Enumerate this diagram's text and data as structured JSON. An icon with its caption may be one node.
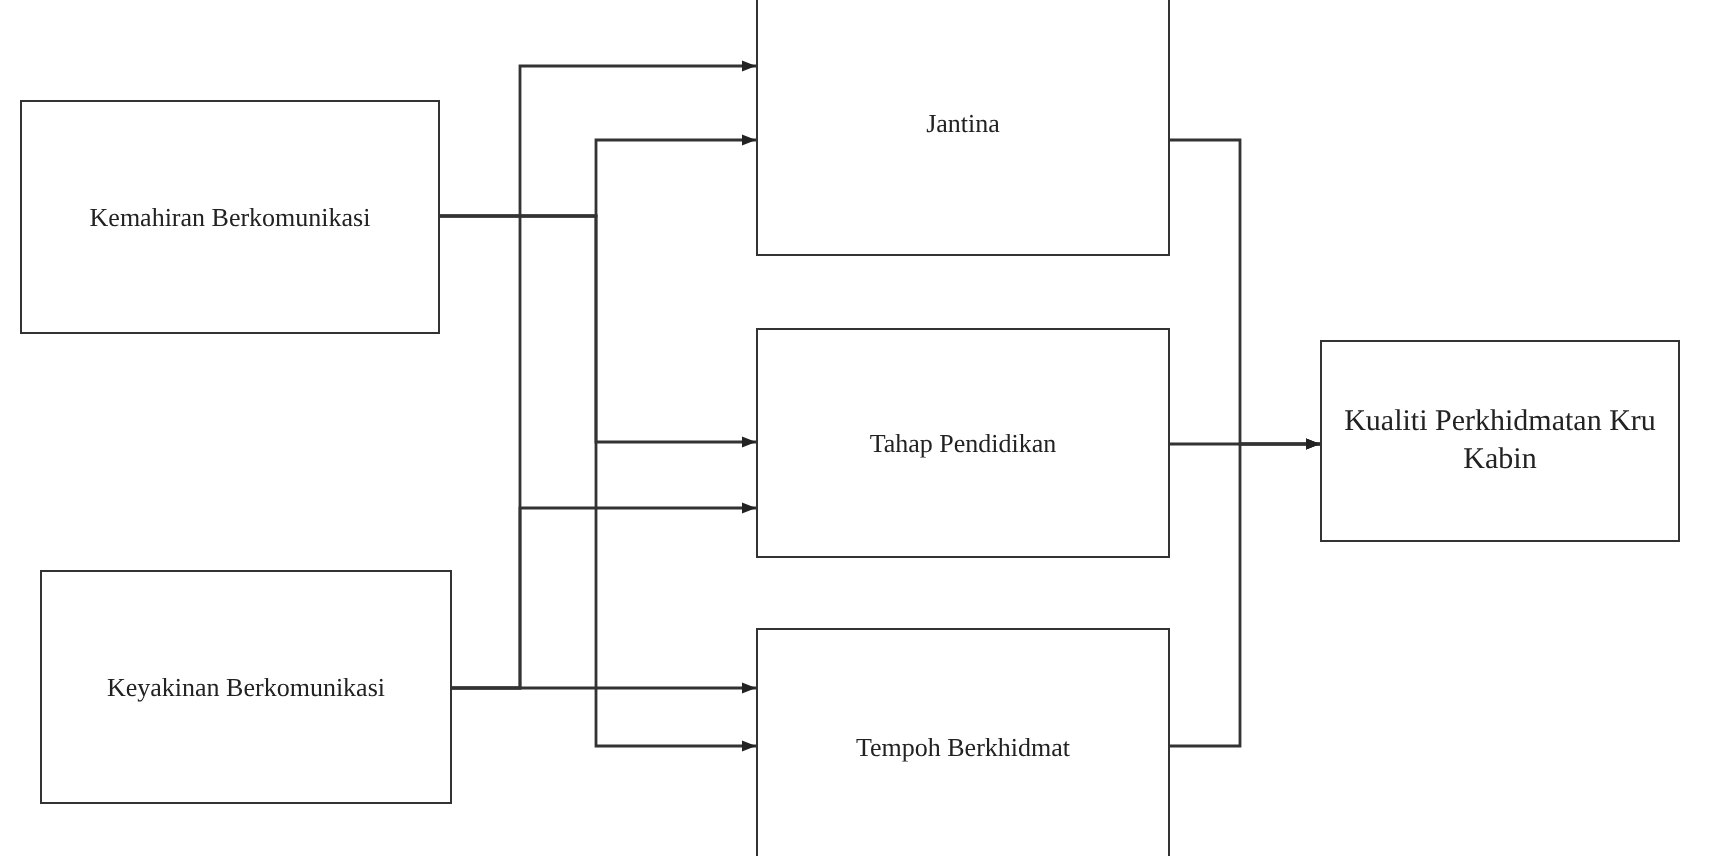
{
  "diagram": {
    "nodes": [
      {
        "text": [
          "Kemahiran Berkomunikasi"
        ]
      },
      {
        "text": [
          "Keyakinan Berkomunikasi"
        ]
      },
      {
        "text": [
          "Jantina"
        ]
      },
      {
        "text": [
          "Tahap Pendidikan"
        ]
      },
      {
        "text": [
          "Tempoh Berkhidmat"
        ]
      },
      {
        "text": [
          "Kualiti Perkhidmatan Kru Kabin"
        ]
      }
    ],
    "edges": [
      {
        "from": 0,
        "to": 2,
        "arrow": "to"
      },
      {
        "from": 0,
        "to": 3,
        "arrow": "to"
      },
      {
        "from": 0,
        "to": 4,
        "arrow": "to"
      },
      {
        "from": 1,
        "to": 2,
        "arrow": "to"
      },
      {
        "from": 1,
        "to": 3,
        "arrow": "to"
      },
      {
        "from": 1,
        "to": 4,
        "arrow": "to"
      },
      {
        "from": 2,
        "to": 5,
        "arrow": "to"
      },
      {
        "from": 3,
        "to": 5,
        "arrow": "to"
      },
      {
        "from": 4,
        "to": 5,
        "arrow": "to"
      }
    ]
  }
}
